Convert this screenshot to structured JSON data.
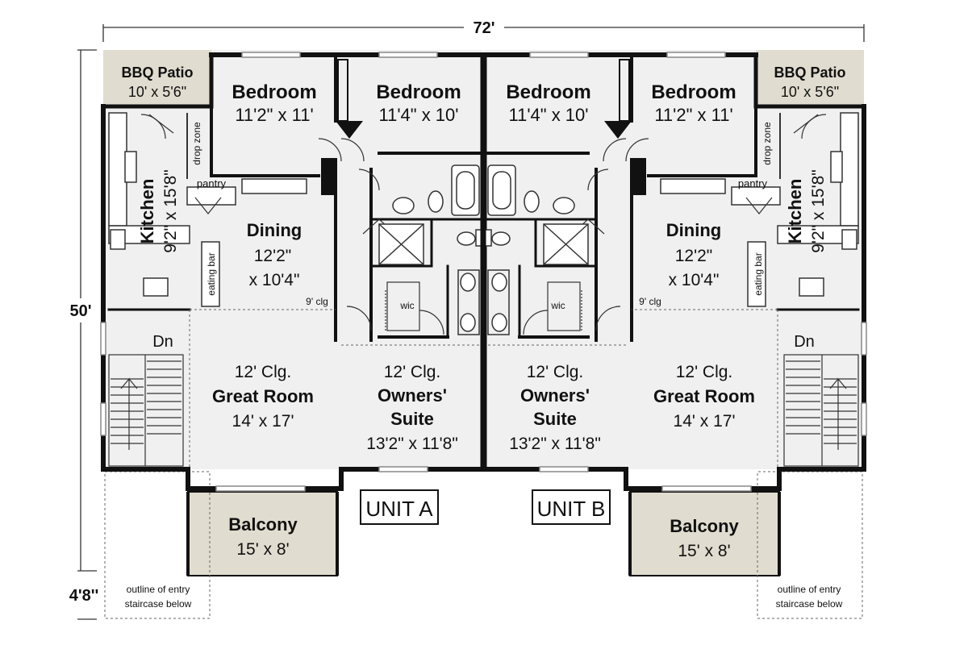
{
  "dimensions": {
    "width": "72'",
    "height": "50'",
    "stair_depth": "4'8''"
  },
  "unit_labels": [
    "UNIT A",
    "UNIT B"
  ],
  "units": [
    {
      "bbq": {
        "name": "BBQ Patio",
        "size": "10' x 5'6\""
      },
      "bedroom_outer": {
        "name": "Bedroom",
        "size": "11'2\" x 11'"
      },
      "bedroom_inner": {
        "name": "Bedroom",
        "size": "11'4\" x 10'"
      },
      "kitchen": {
        "name": "Kitchen",
        "size": "9'2\" x 15'8\""
      },
      "pantry": "pantry",
      "drop_zone": "drop zone",
      "eating_bar": "eating bar",
      "dining": {
        "name": "Dining",
        "size_line1": "12'2\"",
        "size_line2": "x 10'4\""
      },
      "ceiling_9": "9' clg",
      "great_room": {
        "clg": "12' Clg.",
        "name": "Great Room",
        "size": "14' x 17'"
      },
      "stairs": "Dn",
      "wic": "wic",
      "owners": {
        "clg": "12' Clg.",
        "name_line1": "Owners'",
        "name_line2": "Suite",
        "size": "13'2\" x 11'8\""
      },
      "balcony": {
        "name": "Balcony",
        "size": "15' x 8'"
      },
      "entry_note": {
        "line1": "outline of entry",
        "line2": "staircase below"
      }
    },
    {
      "bbq": {
        "name": "BBQ Patio",
        "size": "10' x 5'6\""
      },
      "bedroom_outer": {
        "name": "Bedroom",
        "size": "11'2\" x 11'"
      },
      "bedroom_inner": {
        "name": "Bedroom",
        "size": "11'4\" x 10'"
      },
      "kitchen": {
        "name": "Kitchen",
        "size": "9'2\" x 15'8\""
      },
      "pantry": "pantry",
      "drop_zone": "drop zone",
      "eating_bar": "eating bar",
      "dining": {
        "name": "Dining",
        "size_line1": "12'2\"",
        "size_line2": "x 10'4\""
      },
      "ceiling_9": "9' clg",
      "great_room": {
        "clg": "12' Clg.",
        "name": "Great Room",
        "size": "14' x 17'"
      },
      "stairs": "Dn",
      "wic": "wic",
      "owners": {
        "clg": "12' Clg.",
        "name_line1": "Owners'",
        "name_line2": "Suite",
        "size": "13'2\" x 11'8\""
      },
      "balcony": {
        "name": "Balcony",
        "size": "15' x 8'"
      },
      "entry_note": {
        "line1": "outline of entry",
        "line2": "staircase below"
      }
    }
  ],
  "colors": {
    "wall": "#111111",
    "floor": "#f0f0f0",
    "patio": "#e0dccf",
    "line": "#333333"
  }
}
